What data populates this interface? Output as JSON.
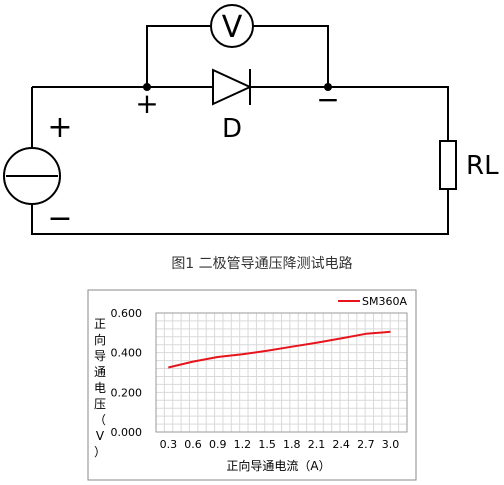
{
  "circuit": {
    "caption": "图1 二极管导通压降测试电路",
    "voltmeter_label": "V",
    "diode_label": "D",
    "load_label": "RL",
    "plus_left": "+",
    "plus_mid": "+",
    "minus_left": "−",
    "minus_mid": "−"
  },
  "chart_data": {
    "type": "line",
    "xlabel": "正向导通电流（A）",
    "ylabel": "正向导通电压（V）",
    "xlim": [
      0.15,
      3.2
    ],
    "ylim": [
      0.0,
      0.6
    ],
    "x_ticks": [
      "0.3",
      "0.6",
      "0.9",
      "1.2",
      "1.5",
      "1.8",
      "2.1",
      "2.4",
      "2.7",
      "3.0"
    ],
    "y_ticks": [
      "0.000",
      "0.200",
      "0.400",
      "0.600"
    ],
    "grid": true,
    "legend": "top-right",
    "series": [
      {
        "name": "SM360A",
        "color": "#e8141c",
        "x": [
          0.3,
          0.6,
          0.9,
          1.2,
          1.5,
          1.8,
          2.1,
          2.4,
          2.7,
          3.0
        ],
        "y": [
          0.325,
          0.355,
          0.378,
          0.392,
          0.41,
          0.43,
          0.45,
          0.472,
          0.495,
          0.505
        ]
      }
    ]
  }
}
